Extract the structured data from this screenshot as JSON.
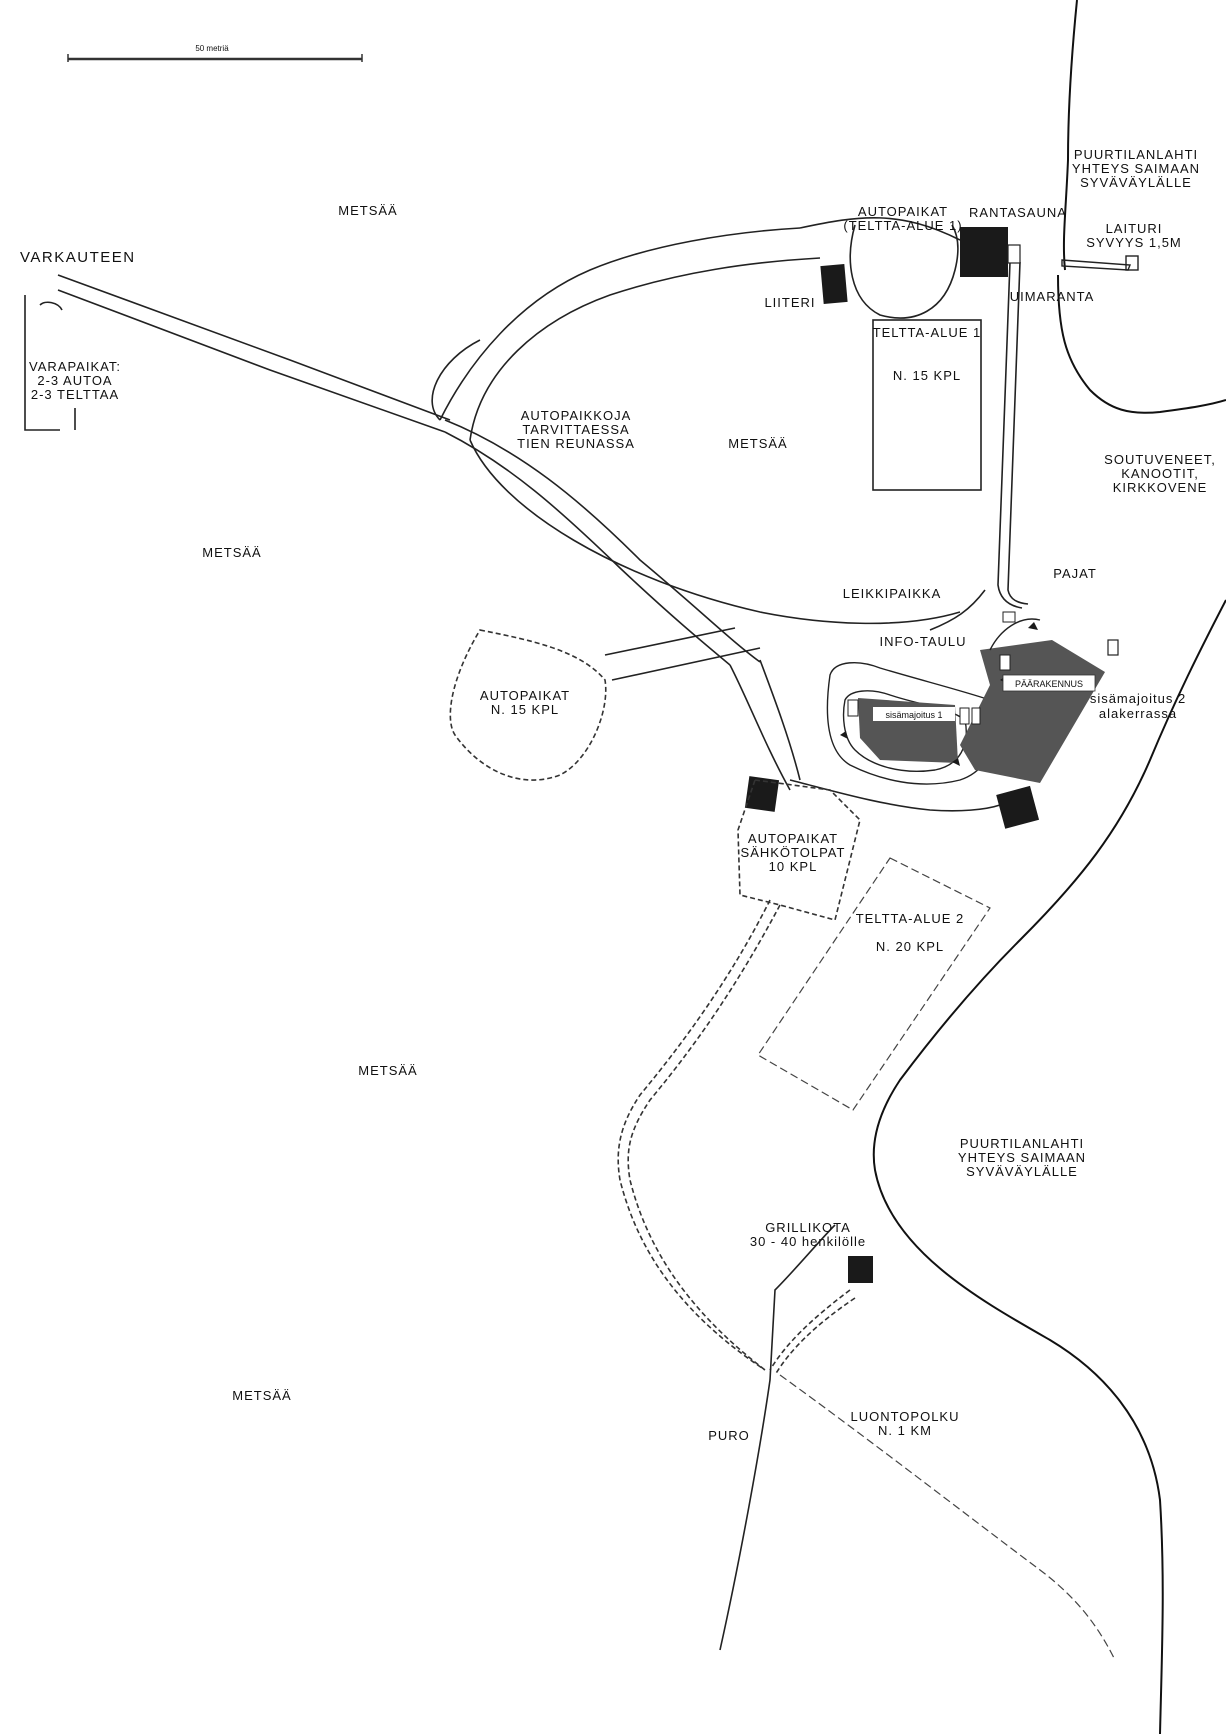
{
  "scale_label": "50 metriä",
  "labels": {
    "forest": "METSÄÄ",
    "to_varkaus": "VARKAUTEEN",
    "reserve_1": "VARAPAIKAT:",
    "reserve_2": "2-3 AUTOA",
    "reserve_3": "2-3 TELTTAA",
    "roadside_1": "AUTOPAIKKOJA",
    "roadside_2": "TARVITTAESSA",
    "roadside_3": "TIEN REUNASSA",
    "parking_tent1_1": "AUTOPAIKAT",
    "parking_tent1_2": "(TELTTA-ALUE 1)",
    "shed": "LIITERI",
    "beach_sauna": "RANTASAUNA",
    "swim_beach": "UIMARANTA",
    "bay_top_1": "PUURTILANLAHTI",
    "bay_top_2": "YHTEYS SAIMAAN",
    "bay_top_3": "SYVÄVÄYLÄLLE",
    "pier_1": "LAITURI",
    "pier_2": "SYVYYS 1,5M",
    "tent1_title": "TELTTA-ALUE 1",
    "tent1_count": "N. 15 KPL",
    "boats_1": "SOUTUVENEET,",
    "boats_2": "KANOOTIT,",
    "boats_3": "KIRKKOVENE",
    "workshops": "PAJAT",
    "playground": "LEIKKIPAIKKA",
    "info_board": "INFO-TAULU",
    "main_building": "PÄÄRAKENNUS",
    "indoor1": "sisämajoitus 1",
    "indoor2_1": "sisämajoitus 2",
    "indoor2_2": "alakerrassa",
    "parking15_1": "AUTOPAIKAT",
    "parking15_2": "N. 15 KPL",
    "parking_el_1": "AUTOPAIKAT",
    "parking_el_2": "SÄHKÖTOLPAT",
    "parking_el_3": "10 KPL",
    "tent2_title": "TELTTA-ALUE 2",
    "tent2_count": "N. 20 KPL",
    "bay_low_1": "PUURTILANLAHTI",
    "bay_low_2": "YHTEYS SAIMAAN",
    "bay_low_3": "SYVÄVÄYLÄLLE",
    "grill_1": "GRILLIKOTA",
    "grill_2": "30 - 40 henkilölle",
    "stream": "PURO",
    "trail_1": "LUONTOPOLKU",
    "trail_2": "N. 1 KM"
  },
  "colors": {
    "building": "#1a1a1a",
    "main_building": "#555555",
    "line": "#222222"
  }
}
